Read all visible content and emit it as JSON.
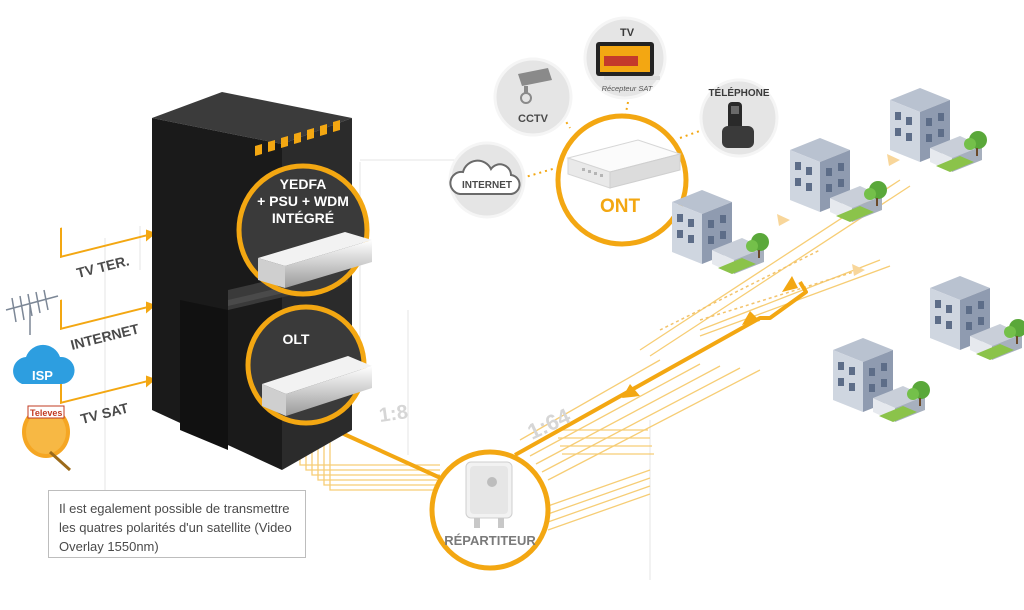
{
  "colors": {
    "accent": "#f3a712",
    "rack": "#1f1f1f",
    "bubble_gray": "#e3e3e3",
    "text_dark": "#3a3a3a",
    "white": "#ffffff"
  },
  "inputs": {
    "tv_ter": "TV TER.",
    "internet": "INTERNET",
    "tv_sat": "TV SAT",
    "isp_badge": "ISP",
    "televes_badge": "Televes"
  },
  "rack": {
    "yedfa_line1": "YEDFA",
    "yedfa_line2": "+ PSU + WDM",
    "yedfa_line3": "INTÉGRÉ",
    "olt": "OLT"
  },
  "split": {
    "ratio_1": "1:8",
    "ratio_2": "1:64",
    "repartiteur": "RÉPARTITEUR"
  },
  "home": {
    "ont": "ONT",
    "internet": "INTERNET",
    "cctv": "CCTV",
    "tv": "TV",
    "tv_sub": "Récepteur SAT",
    "telephone": "TÉLÉPHONE"
  },
  "note": {
    "text": "Il est egalement possible de transmettre les quatres polarités d'un satellite (Video Overlay 1550nm)"
  },
  "icons": [
    "antenna-icon",
    "isp-cloud-icon",
    "satellite-dish-icon",
    "cloud-icon",
    "camera-icon",
    "tv-icon",
    "phone-icon",
    "ont-router-icon",
    "splitter-icon",
    "building-icon"
  ]
}
